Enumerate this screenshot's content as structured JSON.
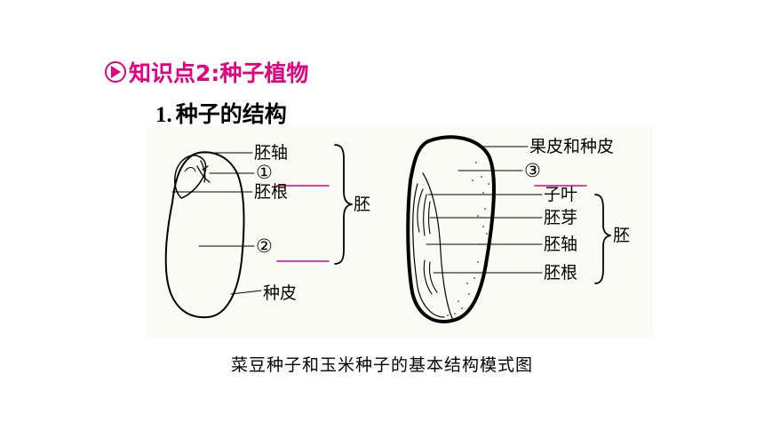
{
  "heading": {
    "icon": "play-circle-icon",
    "text": "知识点2:种子植物",
    "color": "#e4007f"
  },
  "subheading": {
    "number": "1.",
    "text": "种子的结构"
  },
  "bean": {
    "labels": {
      "hypocotyl": "胚轴",
      "blank1": "①",
      "radicle": "胚根",
      "blank2": "②",
      "seed_coat": "种皮",
      "embryo": "胚"
    }
  },
  "corn": {
    "labels": {
      "pericarp": "果皮和种皮",
      "blank3": "③",
      "cotyledon": "子叶",
      "plumule": "胚芽",
      "hypocotyl": "胚轴",
      "radicle": "胚根",
      "embryo": "胚"
    }
  },
  "caption": "菜豆种子和玉米种子的基本结构模式图",
  "colors": {
    "accent": "#e4007f",
    "stroke": "#000000"
  }
}
